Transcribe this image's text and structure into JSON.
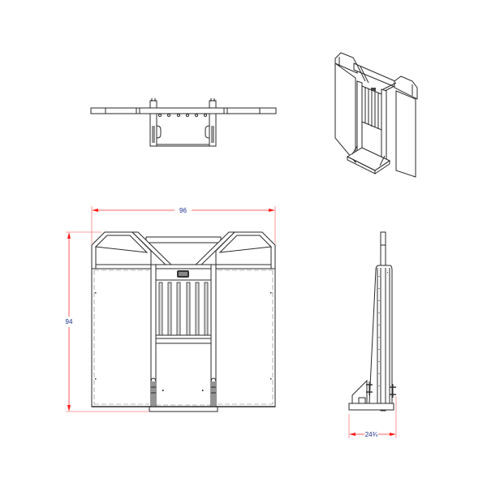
{
  "drawing": {
    "views": [
      {
        "name": "top-view",
        "label": ""
      },
      {
        "name": "isometric-view",
        "label": ""
      },
      {
        "name": "front-view",
        "label": ""
      },
      {
        "name": "side-view",
        "label": ""
      }
    ],
    "dimensions": {
      "width": "96",
      "height": "94",
      "depth": "24¾"
    },
    "colors": {
      "line": "#2a2a2a",
      "dimension_line": "#ff3030",
      "dimension_text": "#1f2f8f",
      "background": "#ffffff"
    }
  }
}
